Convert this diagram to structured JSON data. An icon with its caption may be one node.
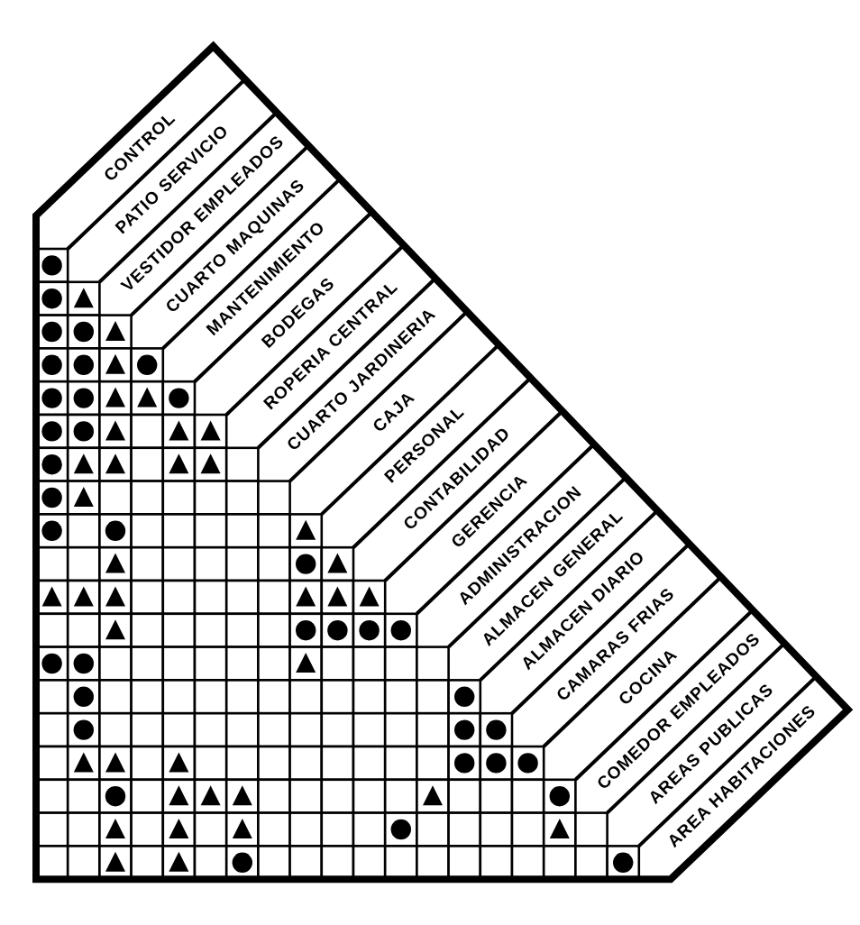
{
  "diagram": {
    "labels": [
      "CONTROL",
      "PATIO SERVICIO",
      "VESTIDOR EMPLEADOS",
      "CUARTO MAQUINAS",
      "MANTENIMIENTO",
      "BODEGAS",
      "ROPERIA CENTRAL",
      "CUARTO JARDINERIA",
      "CAJA",
      "PERSONAL",
      "CONTABILIDAD",
      "GERENCIA",
      "ADMINISTRACION",
      "ALMACEN GENERAL",
      "ALMACEN DIARIO",
      "CAMARAS FRIAS",
      "COCINA",
      "COMEDOR EMPLEADOS",
      "AREAS PUBLICAS",
      "AREA HABITACIONES"
    ]
  }
}
